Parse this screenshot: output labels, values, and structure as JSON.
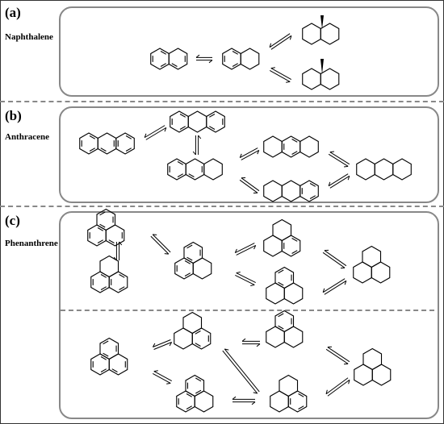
{
  "panels": [
    {
      "letter": "(a)",
      "name": "Naphthalene"
    },
    {
      "letter": "(b)",
      "name": "Anthracene"
    },
    {
      "letter": "(c)",
      "name": "Phenanthrene"
    }
  ],
  "colors": {
    "border": "#888888",
    "structure": "#000000"
  }
}
